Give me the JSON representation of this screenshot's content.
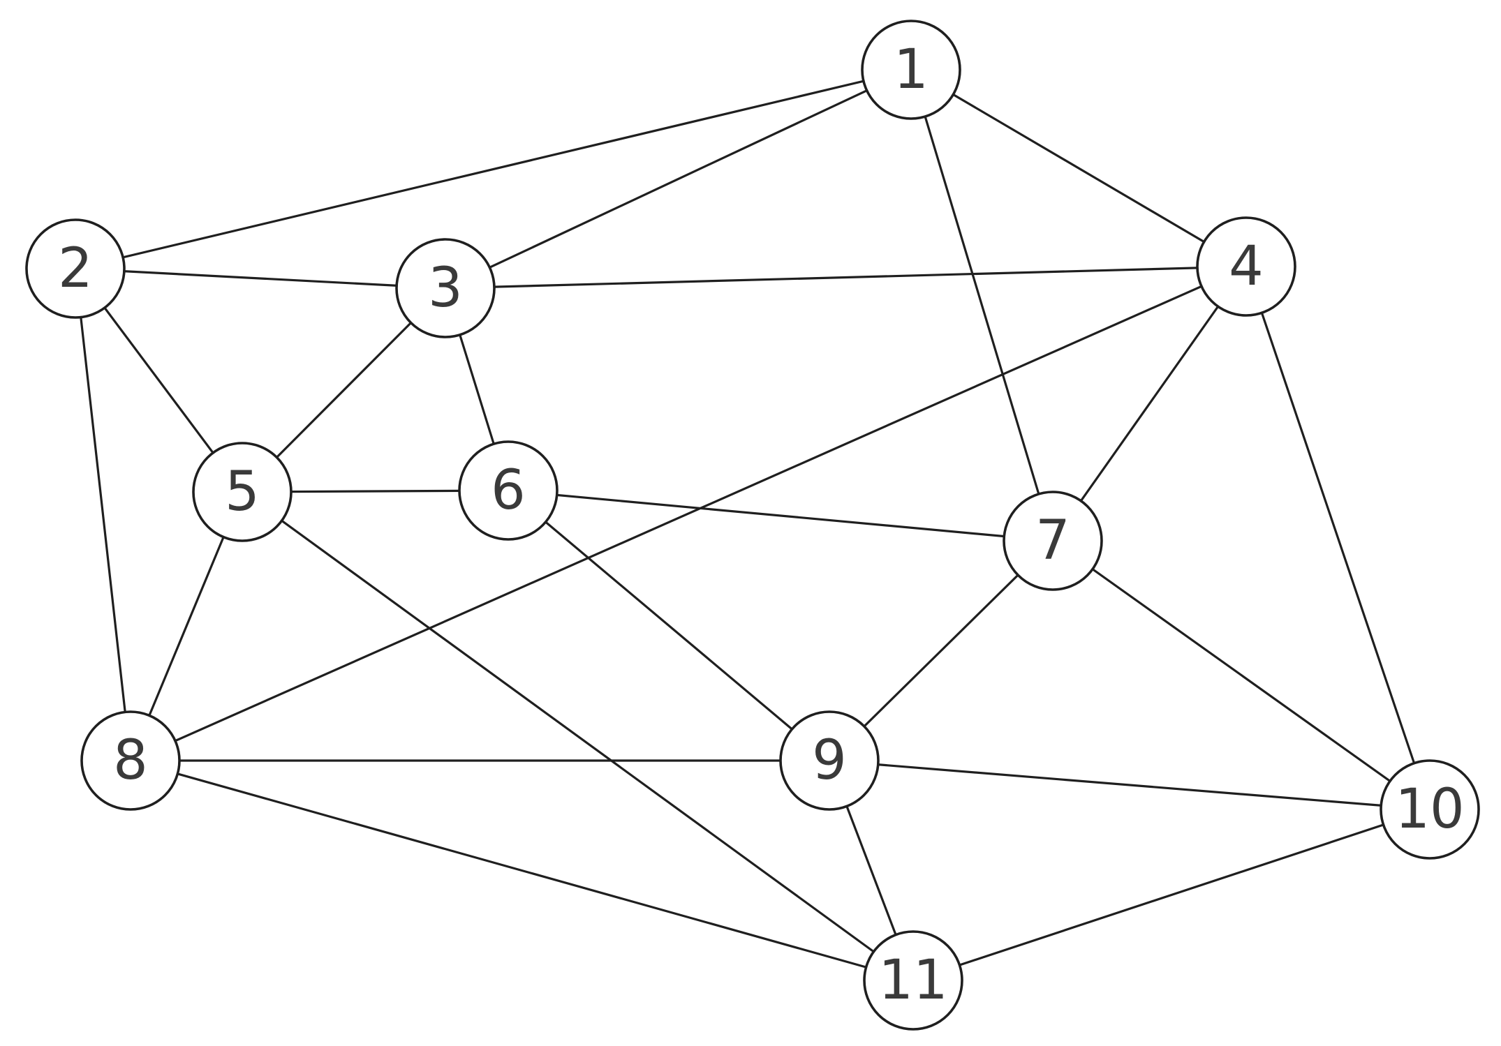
{
  "diagram": {
    "type": "undirected-graph",
    "nodes": [
      {
        "id": "1",
        "label": "1"
      },
      {
        "id": "2",
        "label": "2"
      },
      {
        "id": "3",
        "label": "3"
      },
      {
        "id": "4",
        "label": "4"
      },
      {
        "id": "5",
        "label": "5"
      },
      {
        "id": "6",
        "label": "6"
      },
      {
        "id": "7",
        "label": "7"
      },
      {
        "id": "8",
        "label": "8"
      },
      {
        "id": "9",
        "label": "9"
      },
      {
        "id": "10",
        "label": "10"
      },
      {
        "id": "11",
        "label": "11"
      }
    ],
    "edges": [
      [
        "1",
        "2"
      ],
      [
        "1",
        "3"
      ],
      [
        "1",
        "4"
      ],
      [
        "1",
        "7"
      ],
      [
        "2",
        "3"
      ],
      [
        "2",
        "5"
      ],
      [
        "2",
        "8"
      ],
      [
        "3",
        "4"
      ],
      [
        "3",
        "5"
      ],
      [
        "3",
        "6"
      ],
      [
        "4",
        "7"
      ],
      [
        "4",
        "8"
      ],
      [
        "4",
        "10"
      ],
      [
        "5",
        "6"
      ],
      [
        "5",
        "8"
      ],
      [
        "5",
        "11"
      ],
      [
        "6",
        "7"
      ],
      [
        "6",
        "9"
      ],
      [
        "7",
        "9"
      ],
      [
        "7",
        "10"
      ],
      [
        "8",
        "9"
      ],
      [
        "8",
        "11"
      ],
      [
        "9",
        "10"
      ],
      [
        "9",
        "11"
      ],
      [
        "10",
        "11"
      ]
    ]
  }
}
